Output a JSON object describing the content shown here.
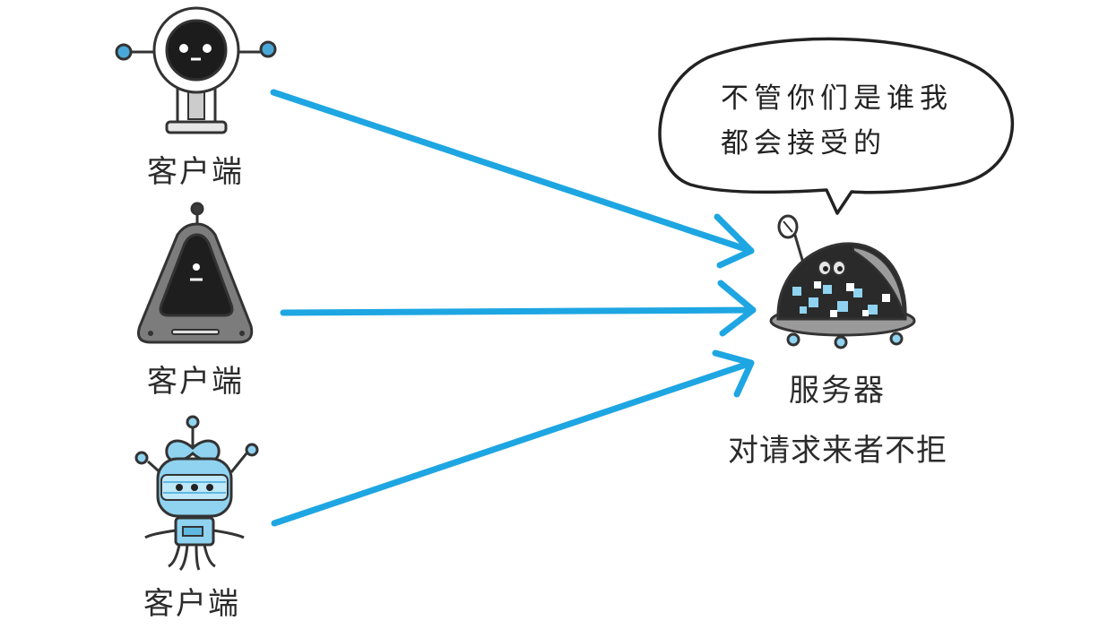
{
  "clients": [
    {
      "label": "客户端",
      "icon": "round-robot-icon"
    },
    {
      "label": "客户端",
      "icon": "triangle-robot-icon"
    },
    {
      "label": "客户端",
      "icon": "octopus-robot-icon"
    }
  ],
  "server": {
    "label": "服务器",
    "caption": "对请求来者不拒",
    "icon": "dome-robot-icon",
    "speech": {
      "line1": "不管你们是谁我",
      "line2": "都会接受的"
    }
  },
  "colors": {
    "arrow": "#1ea6e2",
    "outline": "#333333",
    "light_blue": "#8fd3f0",
    "dark": "#2a2a2a"
  }
}
